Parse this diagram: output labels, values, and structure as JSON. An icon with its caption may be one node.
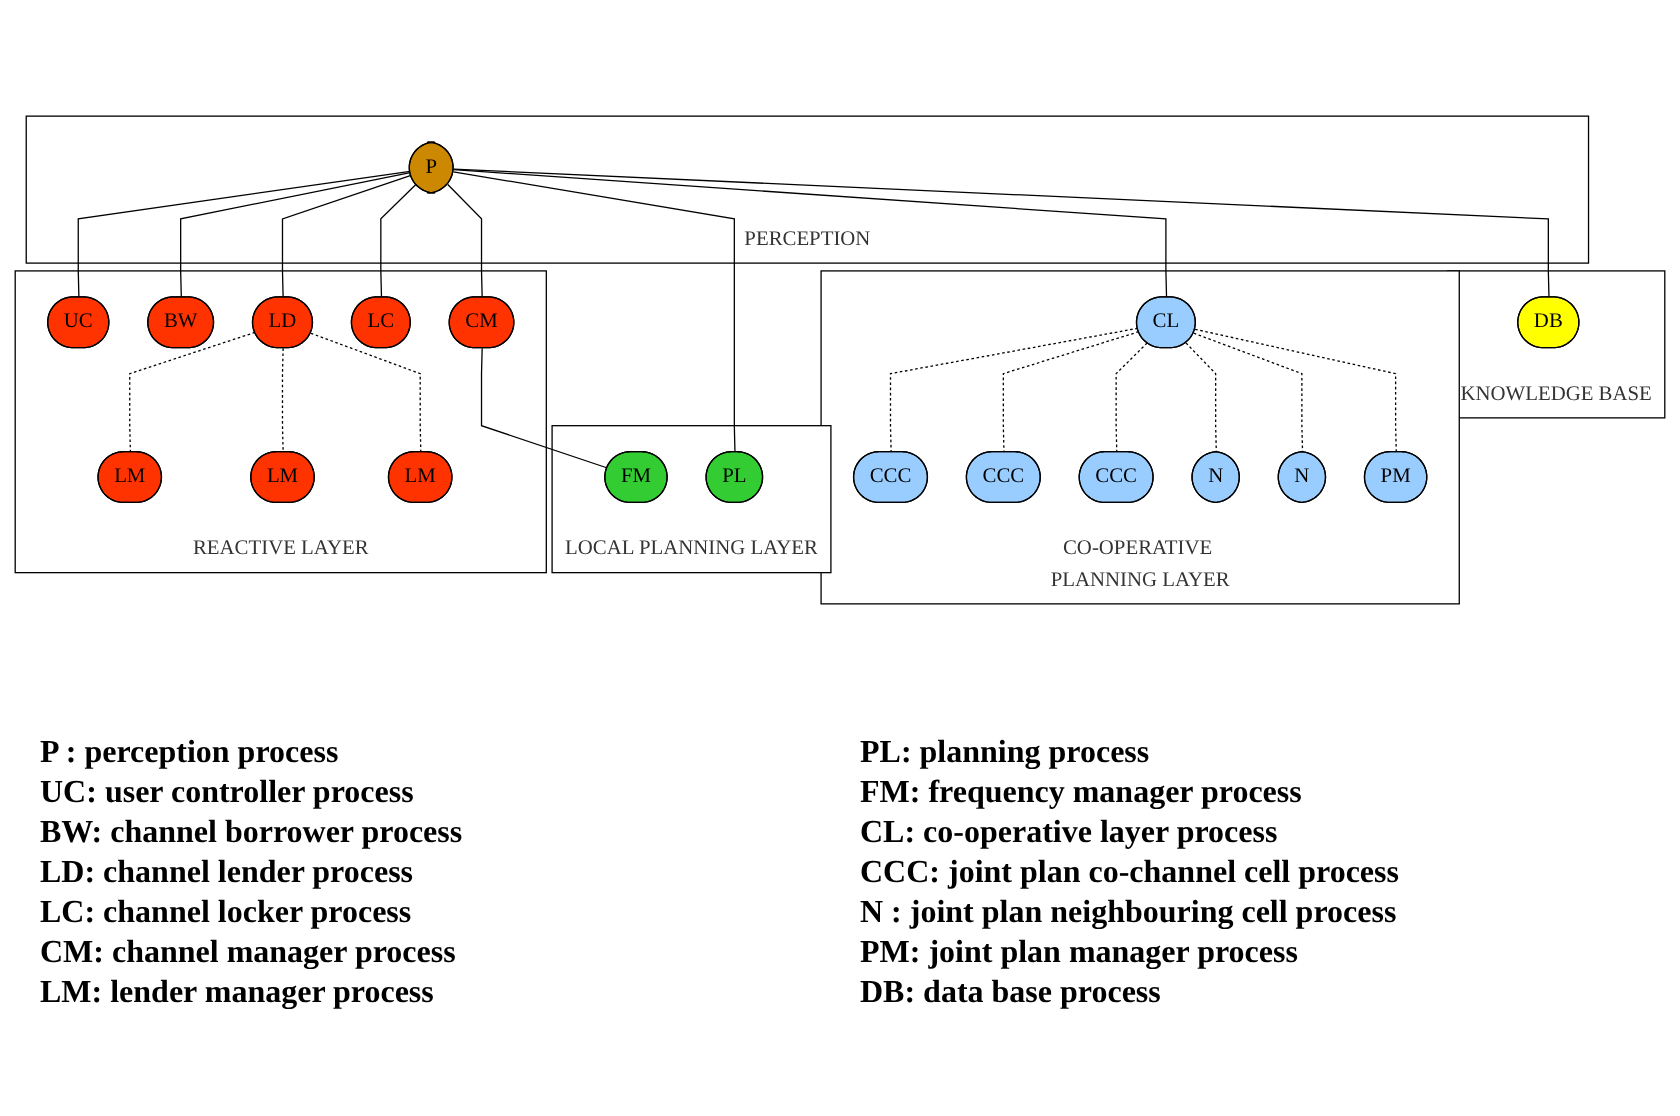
{
  "diagram": {
    "nodes": [
      {
        "text": [
          "PERCEPTION"
        ]
      },
      {
        "text": [
          "P"
        ],
        "in": 0
      },
      {
        "text": [
          "REACTIVE LAYER"
        ]
      },
      {
        "text": [
          "UC"
        ],
        "in": 2
      },
      {
        "text": [
          "BW"
        ],
        "in": 2
      },
      {
        "text": [
          "LD"
        ],
        "in": 2
      },
      {
        "text": [
          "LC"
        ],
        "in": 2
      },
      {
        "text": [
          "CM"
        ],
        "in": 2
      },
      {
        "text": [
          "LM"
        ],
        "in": 2
      },
      {
        "text": [
          "LM"
        ],
        "in": 2
      },
      {
        "text": [
          "LM"
        ],
        "in": 2
      },
      {
        "text": [
          "LOCAL PLANNING LAYER"
        ]
      },
      {
        "text": [
          "PL"
        ],
        "in": 11
      },
      {
        "text": [
          "FM"
        ],
        "in": 11
      },
      {
        "text": [
          "CO-OPERATIVE PLANNING LAYER"
        ]
      },
      {
        "text": [
          "CL"
        ],
        "in": 14
      },
      {
        "text": [
          "CCC"
        ],
        "in": 14
      },
      {
        "text": [
          "CCC"
        ],
        "in": 14
      },
      {
        "text": [
          "CCC"
        ],
        "in": 14
      },
      {
        "text": [
          "N"
        ],
        "in": 14
      },
      {
        "text": [
          "N"
        ],
        "in": 14
      },
      {
        "text": [
          "PM"
        ],
        "in": 14
      },
      {
        "text": [
          "KNOWLEDGE BASE"
        ]
      },
      {
        "text": [
          "DB"
        ],
        "in": 22
      }
    ],
    "edges": [
      {
        "from": 1,
        "to": 3,
        "arrow": "none"
      },
      {
        "from": 1,
        "to": 4,
        "arrow": "none"
      },
      {
        "from": 1,
        "to": 5,
        "arrow": "none"
      },
      {
        "from": 1,
        "to": 6,
        "arrow": "none"
      },
      {
        "from": 1,
        "to": 7,
        "arrow": "none"
      },
      {
        "from": 1,
        "to": 12,
        "arrow": "none"
      },
      {
        "from": 1,
        "to": 15,
        "arrow": "none"
      },
      {
        "from": 1,
        "to": 23,
        "arrow": "none"
      },
      {
        "from": 5,
        "to": 8,
        "arrow": "none",
        "style": "dashed"
      },
      {
        "from": 5,
        "to": 9,
        "arrow": "none",
        "style": "dashed"
      },
      {
        "from": 5,
        "to": 10,
        "arrow": "none",
        "style": "dashed"
      },
      {
        "from": 7,
        "to": 13,
        "arrow": "none"
      },
      {
        "from": 15,
        "to": 16,
        "arrow": "none",
        "style": "dashed"
      },
      {
        "from": 15,
        "to": 17,
        "arrow": "none",
        "style": "dashed"
      },
      {
        "from": 15,
        "to": 18,
        "arrow": "none",
        "style": "dashed"
      },
      {
        "from": 15,
        "to": 19,
        "arrow": "none",
        "style": "dashed"
      },
      {
        "from": 15,
        "to": 20,
        "arrow": "none",
        "style": "dashed"
      },
      {
        "from": 15,
        "to": 21,
        "arrow": "none",
        "style": "dashed"
      }
    ],
    "labels": [
      "P : perception process",
      "PL: planning process",
      "UC: user controller process",
      "FM: frequency manager process",
      "BW: channel borrower process",
      "CL: co-operative layer process",
      "LD: channel lender process",
      "CCC: joint plan co-channel cell process",
      "LC: channel locker process",
      "N : joint plan neighbouring cell process",
      "CM: channel manager process",
      "PM: joint plan manager process",
      "LM: lender manager process",
      "DB: data base process"
    ]
  }
}
